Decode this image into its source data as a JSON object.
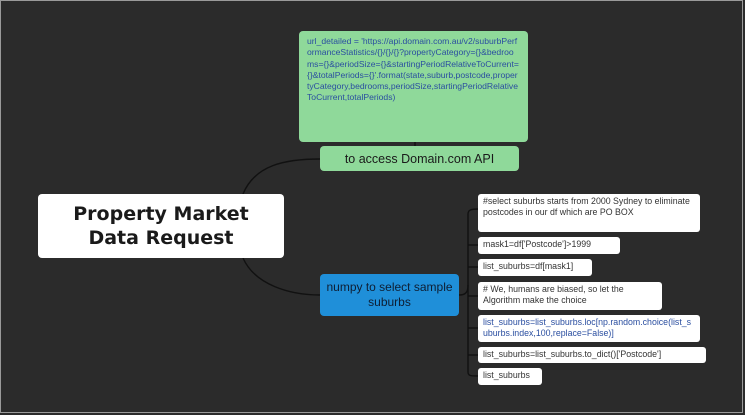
{
  "central": {
    "title": "Property Market Data Request"
  },
  "domain_branch": {
    "code": "url_detailed = 'https://api.domain.com.au/v2/suburbPerformanceStatistics/{}/{}/{}?propertyCategory={}&bedrooms={}&periodSize={}&startingPeriodRelativeToCurrent={}&totalPeriods={}'.format(state,suburb,postcode,propertyCategory,bedrooms,periodSize,startingPeriodRelativeToCurrent,totalPeriods)",
    "label": "to access Domain.com API"
  },
  "numpy_branch": {
    "label": "numpy to select sample suburbs",
    "leaves": [
      "#select suburbs starts from 2000 Sydney to eliminate postcodes in our df which are PO BOX",
      "mask1=df['Postcode']>1999",
      "list_suburbs=df[mask1]",
      "# We, humans are biased, so let the Algorithm make the choice",
      "list_suburbs=list_suburbs.loc[np.random.choice(list_suburbs.index,100,replace=False)]",
      "list_suburbs=list_suburbs.to_dict()['Postcode']",
      "list_suburbs"
    ]
  },
  "colors": {
    "background": "#2b2b2b",
    "green_node": "#8fd99a",
    "blue_node": "#1f8fd9",
    "code_text": "#2a4ea0",
    "connector": "#111111"
  }
}
